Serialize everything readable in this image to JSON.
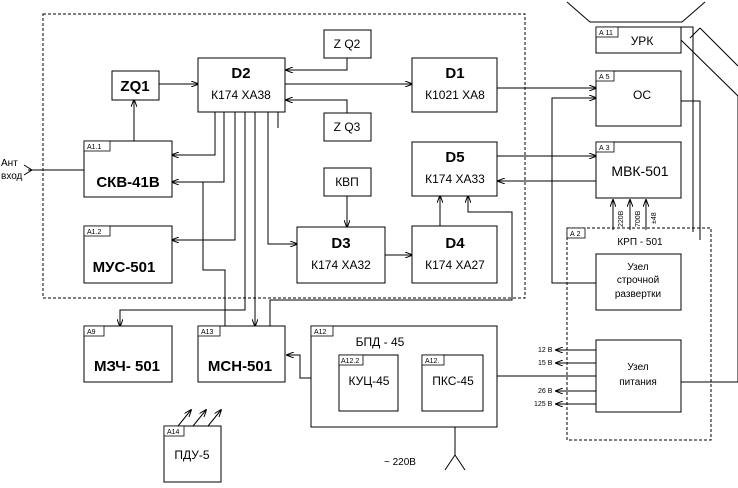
{
  "blocks": {
    "zq1": {
      "name": "ZQ1"
    },
    "d2": {
      "name": "D2",
      "chip": "К174 ХА38"
    },
    "d1": {
      "name": "D1",
      "chip": "К1021 ХА8"
    },
    "zq2": {
      "name": "Z Q2"
    },
    "zq3": {
      "name": "Z Q3"
    },
    "kvp": {
      "name": "КВП"
    },
    "d3": {
      "name": "D3",
      "chip": "К174 ХА32"
    },
    "d4": {
      "name": "D4",
      "chip": "К174 ХА27"
    },
    "d5": {
      "name": "D5",
      "chip": "К174 ХА33"
    },
    "skv": {
      "tag": "А1.1",
      "name": "СКВ-41В"
    },
    "mus": {
      "tag": "А1.2",
      "name": "МУС-501"
    },
    "mzch": {
      "tag": "А9",
      "name": "МЗЧ- 501"
    },
    "msn": {
      "tag": "А13",
      "name": "МСН-501"
    },
    "bpd": {
      "tag": "А12",
      "name": "БПД - 45"
    },
    "kuc": {
      "tag": "А12.2",
      "name": "КУЦ-45"
    },
    "pks": {
      "tag": "А12.",
      "name": "ПКС-45"
    },
    "pdu": {
      "tag": "А14",
      "name": "ПДУ-5"
    },
    "urk": {
      "tag": "А 11",
      "name": "УРК"
    },
    "os": {
      "tag": "А 5",
      "name": "ОС"
    },
    "mvk": {
      "tag": "А 3",
      "name": "МВК-501"
    },
    "krp": {
      "tag": "А 2",
      "name": "КРП - 501"
    },
    "line_scan": {
      "lines": [
        "Узел",
        "строчной",
        "развертки"
      ]
    },
    "power": {
      "lines": [
        "Узел",
        "питания"
      ]
    }
  },
  "labels": {
    "antenna": [
      "Ант",
      "вход"
    ],
    "mains": "~ 220В",
    "bus": [
      "220В",
      "700В",
      "±48"
    ]
  },
  "voltages": [
    "12 В",
    "15 В",
    "26 В",
    "125 В"
  ]
}
